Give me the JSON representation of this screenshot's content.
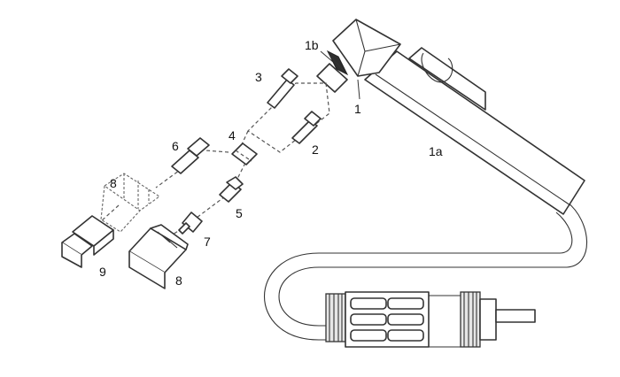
{
  "labels": {
    "l1": "1",
    "l1a": "1a",
    "l1b": "1b",
    "l2": "2",
    "l3": "3",
    "l4": "4",
    "l5": "5",
    "l6": "6",
    "l7": "7",
    "l8a": "8",
    "l8b": "8",
    "l9": "9"
  }
}
